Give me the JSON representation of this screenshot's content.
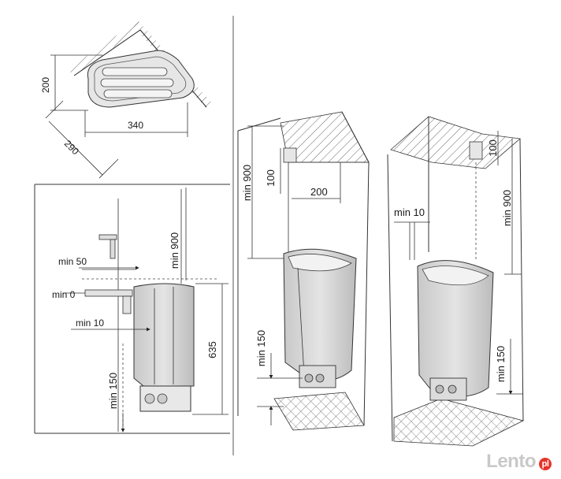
{
  "top_view": {
    "depth": "200",
    "width": "340",
    "diagonal": "290"
  },
  "side_view": {
    "min_50": "min 50",
    "min_0": "min 0",
    "min_10": "min 10",
    "min_900": "min 900",
    "min_150": "min 150",
    "height": "635"
  },
  "perspective_left": {
    "min_900": "min 900",
    "distance_100": "100",
    "distance_200": "200",
    "min_150": "min 150"
  },
  "perspective_right": {
    "min_10": "min 10",
    "distance_100": "100",
    "min_900": "min 900",
    "min_150": "min 150"
  },
  "watermark": {
    "brand": "Lento",
    "suffix": "pl"
  }
}
